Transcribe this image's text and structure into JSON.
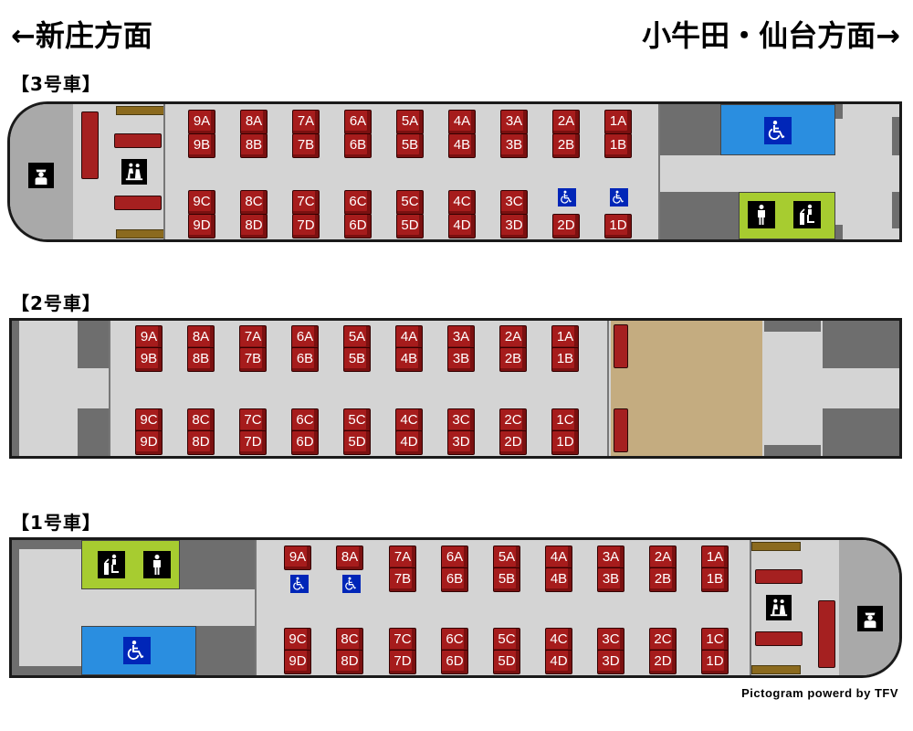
{
  "header": {
    "left_direction": "←新庄方面",
    "right_direction": "小牛田・仙台方面→"
  },
  "cars": {
    "car3": {
      "label": "【3号車】"
    },
    "car2": {
      "label": "【2号車】"
    },
    "car1": {
      "label": "【1号車】"
    }
  },
  "seats": {
    "car3": {
      "upper": [
        "9A",
        "9B",
        "8A",
        "8B",
        "7A",
        "7B",
        "6A",
        "6B",
        "5A",
        "5B",
        "4A",
        "4B",
        "3A",
        "3B",
        "2A",
        "2B",
        "1A",
        "1B"
      ],
      "lower": [
        "9C",
        "9D",
        "8C",
        "8D",
        "7C",
        "7D",
        "6C",
        "6D",
        "5C",
        "5D",
        "4C",
        "4D",
        "3C",
        "3D",
        "2D",
        "1D"
      ]
    },
    "car2": {
      "upper": [
        "9A",
        "9B",
        "8A",
        "8B",
        "7A",
        "7B",
        "6A",
        "6B",
        "5A",
        "5B",
        "4A",
        "4B",
        "3A",
        "3B",
        "2A",
        "2B",
        "1A",
        "1B"
      ],
      "lower": [
        "9C",
        "9D",
        "8C",
        "8D",
        "7C",
        "7D",
        "6C",
        "6D",
        "5C",
        "5D",
        "4C",
        "4D",
        "3C",
        "3D",
        "2C",
        "2D",
        "1C",
        "1D"
      ]
    },
    "car1": {
      "upper": [
        "9A",
        "8A",
        "7A",
        "7B",
        "6A",
        "6B",
        "5A",
        "5B",
        "4A",
        "4B",
        "3A",
        "3B",
        "2A",
        "2B",
        "1A",
        "1B"
      ],
      "lower": [
        "9C",
        "9D",
        "8C",
        "8D",
        "7C",
        "7D",
        "6C",
        "6D",
        "5C",
        "5D",
        "4C",
        "4D",
        "3C",
        "3D",
        "2C",
        "2D",
        "1C",
        "1D"
      ]
    }
  },
  "icons": {
    "wheelchair": "wheelchair-icon",
    "conductor": "conductor-icon",
    "priority_seat": "priority-seat-icon",
    "toilet_man": "toilet-man-icon",
    "toilet_accessible": "toilet-accessible-icon"
  },
  "colors": {
    "seat": "#a61c1c",
    "floor": "#d4d4d4",
    "wall": "#6e6e6e",
    "wheelchair_space": "#2a8ee0",
    "toilet": "#a7cc30",
    "deck": "#c4ac80",
    "pictogram_blue": "#0026b8"
  },
  "footer": {
    "credit": "Pictogram powerd by TFV"
  }
}
